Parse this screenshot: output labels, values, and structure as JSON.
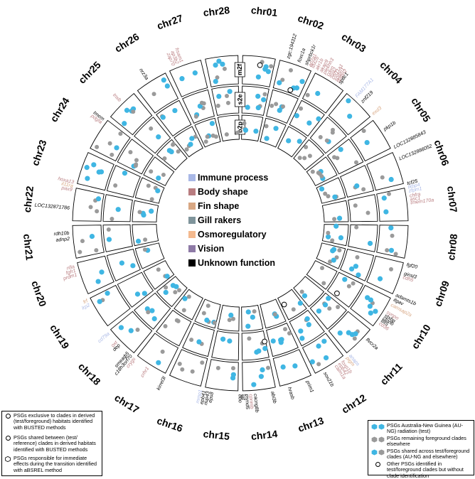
{
  "colors": {
    "blue": "#3fb6e3",
    "gray": "#9a9a9a",
    "ring_fill": "#ffffff",
    "immune": "#a9b8e6",
    "body": "#b97d80",
    "fin": "#d8a783",
    "gill": "#7f949b",
    "osmo": "#f4b98e",
    "vision": "#8e7aa6",
    "unknown": "#000000"
  },
  "chromosomes": [
    "chr01",
    "chr02",
    "chr03",
    "chr04",
    "chr05",
    "chr06",
    "chr07",
    "chr08",
    "chr09",
    "chr10",
    "chr11",
    "chr12",
    "chr13",
    "chr14",
    "chr15",
    "chr16",
    "chr17",
    "chr18",
    "chr19",
    "chr20",
    "chr21",
    "chr22",
    "chr23",
    "chr24",
    "chr25",
    "chr26",
    "chr27",
    "chr28"
  ],
  "ring_labels": [
    "m2f",
    "s2e",
    "b2p"
  ],
  "function_legend": [
    {
      "label": "Immune process",
      "color": "#a9b8e6"
    },
    {
      "label": "Body shape",
      "color": "#b97d80"
    },
    {
      "label": "Fin shape",
      "color": "#d8a783"
    },
    {
      "label": "Gill rakers",
      "color": "#7f949b"
    },
    {
      "label": "Osmoregulatory",
      "color": "#f4b98e"
    },
    {
      "label": "Vision",
      "color": "#8e7aa6"
    },
    {
      "label": "Unknown function",
      "color": "#000000"
    }
  ],
  "genes": [
    {
      "name": "zgc:194312",
      "pos": 1.25,
      "color": "#000000"
    },
    {
      "name": "foxc1a",
      "pos": 1.55,
      "color": "#000000"
    },
    {
      "name": "shprbck1r",
      "pos": 1.75,
      "color": "#000000"
    },
    {
      "name": "ap2a1",
      "pos": 1.85,
      "color": "#b97d80"
    },
    {
      "name": "tbx2b",
      "pos": 1.93,
      "color": "#b97d80"
    },
    {
      "name": "akr1b",
      "pos": 2.05,
      "color": "#b97d80"
    },
    {
      "name": "akap9",
      "pos": 2.17,
      "color": "#b97d80"
    },
    {
      "name": "plekhh3",
      "pos": 2.27,
      "color": "#b97d80"
    },
    {
      "name": "cdon",
      "pos": 2.37,
      "color": "#b97d80"
    },
    {
      "name": "itga2",
      "pos": 2.45,
      "color": "#b97d80"
    },
    {
      "name": "col11a1",
      "pos": 2.53,
      "color": "#b97d80"
    },
    {
      "name": "sptbn1",
      "pos": 2.61,
      "color": "#b97d80"
    },
    {
      "name": "sptbn2",
      "pos": 2.68,
      "color": "#b97d80"
    },
    {
      "name": "sptlc1",
      "pos": 2.75,
      "color": "#000000"
    },
    {
      "name": "FAM177A1",
      "pos": 3.3,
      "color": "#a9b8e6"
    },
    {
      "name": "znf219",
      "pos": 3.5,
      "color": "#000000"
    },
    {
      "name": "exd3",
      "pos": 3.92,
      "color": "#d8a783"
    },
    {
      "name": "pkp1b",
      "pos": 4.42,
      "color": "#000000"
    },
    {
      "name": "LOC132885843",
      "pos": 4.95,
      "color": "#000000"
    },
    {
      "name": "LOC132886052",
      "pos": 5.28,
      "color": "#000000"
    },
    {
      "name": "tcf25",
      "pos": 5.95,
      "color": "#000000"
    },
    {
      "name": "tkbp4",
      "pos": 6.05,
      "color": "#a9b8e6"
    },
    {
      "name": "zfpm1",
      "pos": 6.15,
      "color": "#a9b8e6"
    },
    {
      "name": "chfra",
      "pos": 6.28,
      "color": "#b97d80"
    },
    {
      "name": "asc1",
      "pos": 6.37,
      "color": "#b97d80"
    },
    {
      "name": "tmem170a",
      "pos": 6.46,
      "color": "#b97d80"
    },
    {
      "name": "fgf20",
      "pos": 8.08,
      "color": "#000000"
    },
    {
      "name": "ginsl3",
      "pos": 8.32,
      "color": "#000000"
    },
    {
      "name": "cdh5",
      "pos": 8.42,
      "color": "#b97d80"
    },
    {
      "name": "adamts1b",
      "pos": 8.92,
      "color": "#000000"
    },
    {
      "name": "itgav",
      "pos": 9.05,
      "color": "#000000"
    },
    {
      "name": "camsap2a",
      "pos": 9.2,
      "color": "#d8a783"
    },
    {
      "name": "synpo",
      "pos": 9.42,
      "color": "#b97d80"
    },
    {
      "name": "stxbp",
      "pos": 9.52,
      "color": "#000000"
    },
    {
      "name": "ctnnb",
      "pos": 9.6,
      "color": "#000000"
    },
    {
      "name": "ttll5",
      "pos": 9.68,
      "color": "#000000"
    },
    {
      "name": "cd36",
      "pos": 9.77,
      "color": "#b97d80"
    },
    {
      "name": "flvcr2a",
      "pos": 10.3,
      "color": "#000000"
    },
    {
      "name": "anaps",
      "pos": 10.9,
      "color": "#a9b8e6"
    },
    {
      "name": "pigm",
      "pos": 11.0,
      "color": "#d8a783"
    },
    {
      "name": "foxp1b",
      "pos": 11.16,
      "color": "#b97d80"
    },
    {
      "name": "epb42",
      "pos": 11.26,
      "color": "#b97d80"
    },
    {
      "name": "calm1a",
      "pos": 11.36,
      "color": "#b97d80"
    },
    {
      "name": "sox21b",
      "pos": 11.7,
      "color": "#000000"
    },
    {
      "name": "prim1",
      "pos": 12.2,
      "color": "#000000"
    },
    {
      "name": "hrasb",
      "pos": 12.7,
      "color": "#000000"
    },
    {
      "name": "abi3b",
      "pos": 13.15,
      "color": "#000000"
    },
    {
      "name": "cacng8b",
      "pos": 13.6,
      "color": "#000000"
    },
    {
      "name": "cprimb",
      "pos": 13.72,
      "color": "#b97d80"
    },
    {
      "name": "psmd5",
      "pos": 13.82,
      "color": "#000000"
    },
    {
      "name": "igf",
      "pos": 13.92,
      "color": "#000000"
    },
    {
      "name": "ogg",
      "pos": 14.02,
      "color": "#000000"
    },
    {
      "name": "eps8",
      "pos": 14.75,
      "color": "#000000"
    },
    {
      "name": "nup43",
      "pos": 14.85,
      "color": "#000000"
    },
    {
      "name": "epb41",
      "pos": 14.95,
      "color": "#000000"
    },
    {
      "name": "mmp1",
      "pos": 15.05,
      "color": "#a9b8e6"
    },
    {
      "name": "kirrel3l",
      "pos": 16.05,
      "color": "#000000"
    },
    {
      "name": "crhr1",
      "pos": 16.55,
      "color": "#b97d80"
    },
    {
      "name": "crygs",
      "pos": 16.97,
      "color": "#b97d80"
    },
    {
      "name": "c18h3orf70",
      "pos": 17.08,
      "color": "#000000"
    },
    {
      "name": "smeaф5",
      "pos": 17.19,
      "color": "#000000"
    },
    {
      "name": "dep",
      "pos": 17.5,
      "color": "#000000"
    },
    {
      "name": "oxt",
      "pos": 17.6,
      "color": "#b97d80"
    },
    {
      "name": "cd79a",
      "pos": 17.9,
      "color": "#a9b8e6"
    },
    {
      "name": "lrp2",
      "pos": 18.8,
      "color": "#a9b8e6"
    },
    {
      "name": "frf",
      "pos": 18.92,
      "color": "#d8a783"
    },
    {
      "name": "prdm1",
      "pos": 19.65,
      "color": "#b97d80"
    },
    {
      "name": "fgfr1",
      "pos": 19.76,
      "color": "#b97d80"
    },
    {
      "name": "nfia",
      "pos": 19.87,
      "color": "#b97d80"
    },
    {
      "name": "adnp2",
      "pos": 20.6,
      "color": "#000000"
    },
    {
      "name": "rdh10b",
      "pos": 20.75,
      "color": "#000000"
    },
    {
      "name": "LOC132871786",
      "pos": 21.4,
      "color": "#000000"
    },
    {
      "name": "pax9",
      "pos": 21.88,
      "color": "#b97d80"
    },
    {
      "name": "il11ra",
      "pos": 21.98,
      "color": "#d8a783"
    },
    {
      "name": "hoxa13",
      "pos": 22.08,
      "color": "#b97d80"
    },
    {
      "name": "pdgfa",
      "pos": 23.8,
      "color": "#b97d80"
    },
    {
      "name": "tmem",
      "pos": 23.9,
      "color": "#000000"
    },
    {
      "name": "tnxb",
      "pos": 24.55,
      "color": "#b97d80"
    },
    {
      "name": "nrz3a",
      "pos": 25.45,
      "color": "#000000"
    },
    {
      "name": "zap70",
      "pos": 26.22,
      "color": "#b97d80"
    },
    {
      "name": "ap3b2",
      "pos": 26.33,
      "color": "#b97d80"
    },
    {
      "name": "frsam1",
      "pos": 26.45,
      "color": "#b97d80"
    }
  ],
  "left_legend": [
    {
      "symbol": "circle-open",
      "text": "PSGs exclusive to clades in derived (test/foreground) habitats identified with BUSTED methods"
    },
    {
      "symbol": "circle-open",
      "text": "PSGs shared between (test/ reference) clades in derived habitats identified with BUSTED methods"
    },
    {
      "symbol": "hexagon-open",
      "text": "PSGs responsible for immediate effects during the transition identified with aBSREL method"
    }
  ],
  "right_legend": [
    {
      "symbol": "blue-hex",
      "text": "PSGs Australia-New Guinea (AU-NG) radiation (test)"
    },
    {
      "symbol": "gray-hex",
      "text": "PSGs remaining foreground clades elsewhere"
    },
    {
      "symbol": "mixed-hex",
      "text": "PSGs shared across test/foreground clades (AU-NG and elsewhere)"
    },
    {
      "symbol": "circle-open",
      "text": "Other PSGs identified in test/foreground clades but without clade identification"
    }
  ]
}
